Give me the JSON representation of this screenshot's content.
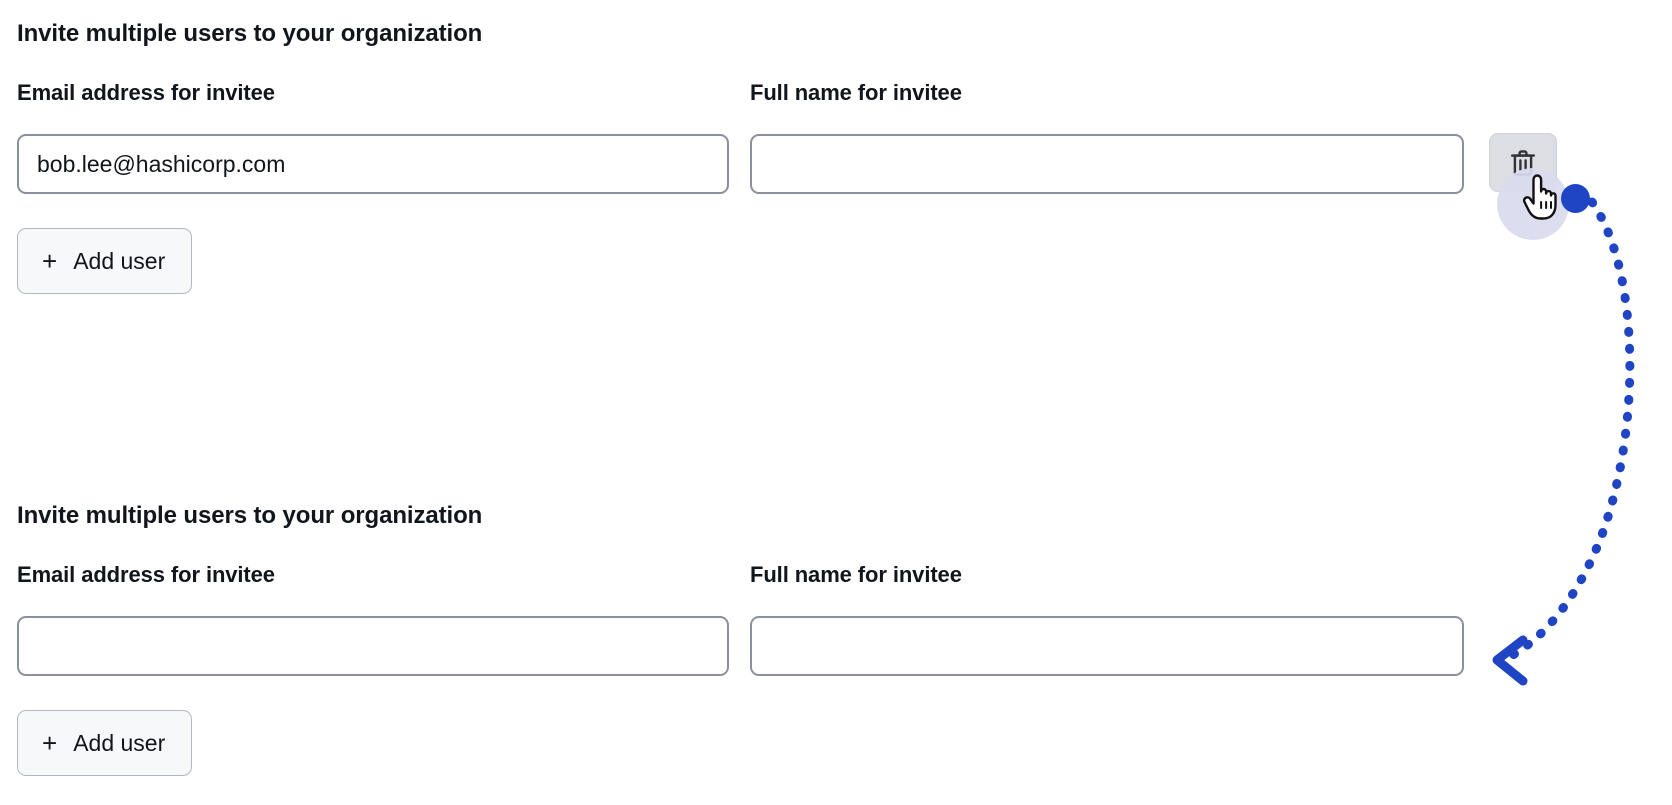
{
  "page": {
    "background_color": "#ffffff",
    "text_color": "#11151c"
  },
  "sections": [
    {
      "heading": "Invite multiple users to your organization",
      "email_label": "Email address for invitee",
      "name_label": "Full name for invitee",
      "email_value": "bob.lee@hashicorp.com",
      "email_placeholder": "",
      "name_value": "",
      "name_placeholder": "",
      "has_remove_button": true,
      "remove_button_name": "remove-invitee-button",
      "remove_icon": "trash-icon",
      "add_user_label": "Add user",
      "add_user_plus": "+"
    },
    {
      "heading": "Invite multiple users to your organization",
      "email_label": "Email address for invitee",
      "name_label": "Full name for invitee",
      "email_value": "",
      "email_placeholder": "",
      "name_value": "",
      "name_placeholder": "",
      "has_remove_button": false,
      "remove_button_name": "",
      "remove_icon": "",
      "add_user_label": "Add user",
      "add_user_plus": "+"
    }
  ],
  "annotation": {
    "accent_color": "#1f45c4",
    "dot_icon": "start-point-dot",
    "arrow_icon": "curved-dotted-arrow",
    "arrow_direction": "left",
    "description": "Curved dotted arrow from the delete button to the resulting empty invitee row"
  },
  "cursor": {
    "icon": "pointing-hand-cursor",
    "halo_color": "#d9dbef",
    "hover_target": "remove-invitee-button"
  }
}
